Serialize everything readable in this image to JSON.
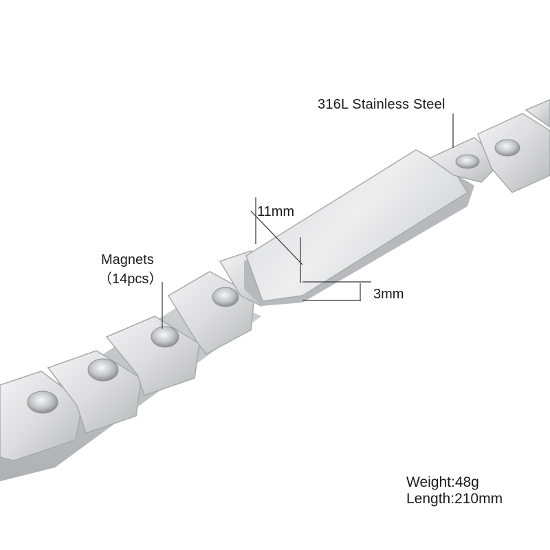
{
  "annotations": {
    "material": "316L Stainless Steel",
    "width": "11mm",
    "thickness": "3mm",
    "magnets_label": "Magnets",
    "magnets_count": "（14pcs）"
  },
  "specs": {
    "weight": "Weight:48g",
    "length": "Length:210mm"
  },
  "colors": {
    "background": "#ffffff",
    "steel_light": "#e8e8ea",
    "steel_mid": "#c9cacd",
    "steel_dark": "#8d8f93",
    "text": "#1a1a1a"
  }
}
